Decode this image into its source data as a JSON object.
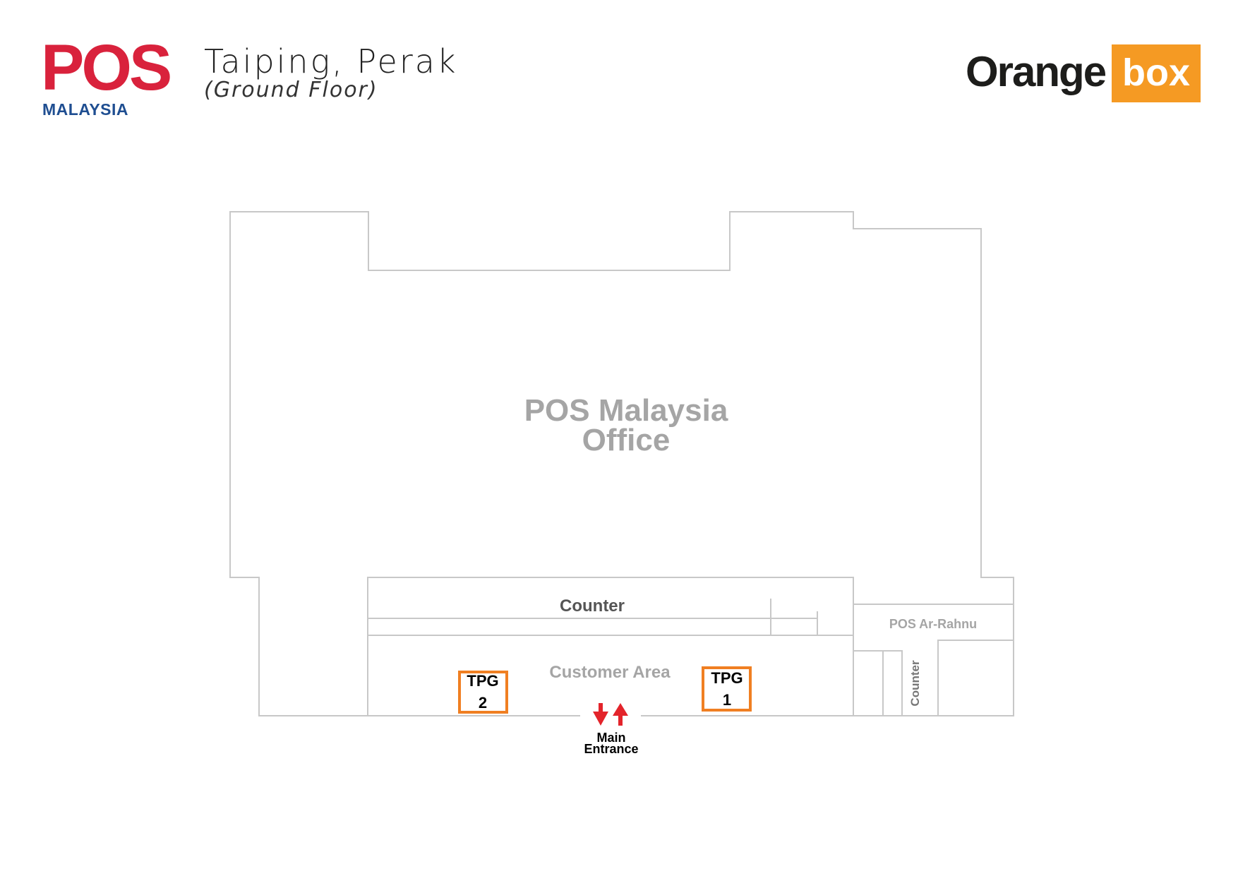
{
  "header": {
    "pos_logo_wordmark": "POS",
    "pos_logo_sub": "MALAYSIA",
    "title": "Taiping, Perak",
    "subtitle": "(Ground Floor)",
    "orangebox_logo_word": "Orange",
    "orangebox_logo_box": "box"
  },
  "map": {
    "office_label_line1": "POS Malaysia",
    "office_label_line2": "Office",
    "counter_label": "Counter",
    "customer_area_label": "Customer Area",
    "ar_rahnu_label": "POS Ar-Rahnu",
    "side_counter_label": "Counter",
    "tpg2_line1": "TPG",
    "tpg2_line2": "2",
    "tpg1_line1": "TPG",
    "tpg1_line2": "1",
    "entrance_line1": "Main",
    "entrance_line2": "Entrance"
  },
  "colors": {
    "wall": "#c8c8c8",
    "tpg_border": "#f07f22",
    "arrow": "#e3242b",
    "pos_red": "#d9223c",
    "pos_blue": "#1f4e91",
    "orangebox_orange": "#f59a23"
  }
}
